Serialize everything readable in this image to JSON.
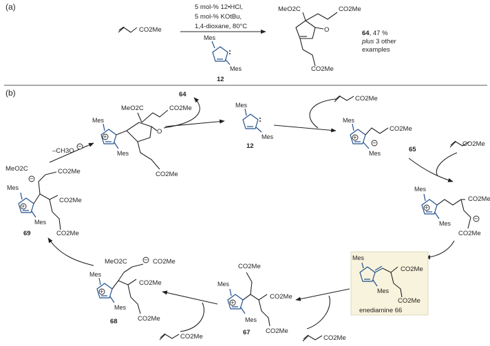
{
  "panels": {
    "a": "(a)",
    "b": "(b)"
  },
  "reaction_a": {
    "conditions": [
      "5 mol-% 12•HCl,",
      "5 mol-% KOtBu,",
      "1,4-dioxane, 80°C"
    ],
    "catalyst_label": "12",
    "reagent_group": "CO2Me",
    "yield_compound": "64",
    "yield_value": ", 47 %",
    "yield_plus": "plus",
    "yield_rest": "3 other",
    "yield_examples": "examples"
  },
  "cycle": {
    "compounds": {
      "c64": "64",
      "c12": "12",
      "c65": "65",
      "c66": "enediamine 66",
      "c67": "67",
      "c68": "68",
      "c69": "69"
    },
    "leaving_group": "–CH3O",
    "substituent": "Mes",
    "ester": "CO2Me",
    "ester_rev": "MeO2C"
  },
  "colors": {
    "nhc": "#1f4e8c",
    "highlight_box": "#f7f3dc",
    "ink": "#231f20"
  }
}
